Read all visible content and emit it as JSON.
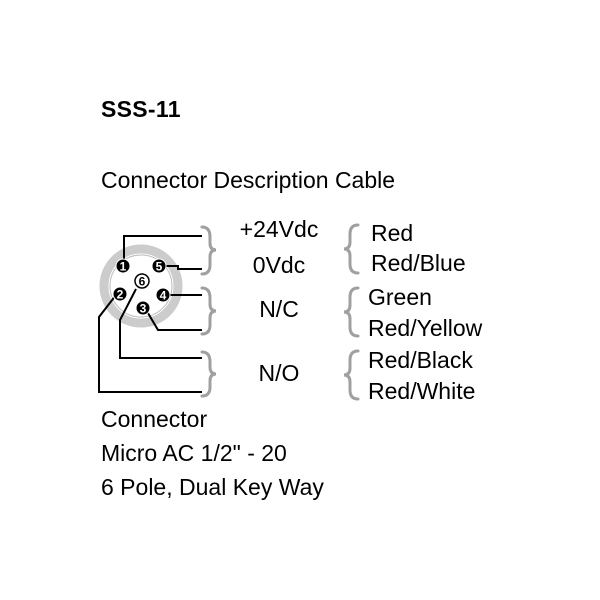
{
  "title": "SSS-11",
  "header": "Connector Description Cable",
  "signals": [
    {
      "description": "+24Vdc",
      "wires": [
        "Red"
      ]
    },
    {
      "description": "0Vdc",
      "wires": [
        "Red/Blue"
      ]
    },
    {
      "description": "N/C",
      "wires": [
        "Green",
        "Red/Yellow"
      ]
    },
    {
      "description": "N/O",
      "wires": [
        "Red/Black",
        "Red/White"
      ]
    }
  ],
  "pins": [
    "1",
    "2",
    "3",
    "4",
    "5",
    "6"
  ],
  "connector": {
    "label": "Connector",
    "type": "Micro AC 1/2\" - 20",
    "poles": "6 Pole, Dual Key Way"
  },
  "colors": {
    "connector_ring": "#cccccc",
    "bracket": "#a0a0a0",
    "line": "#000000"
  }
}
